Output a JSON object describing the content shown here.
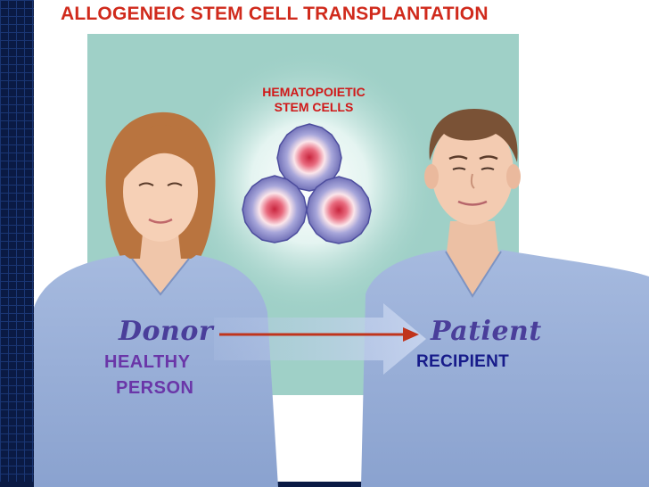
{
  "title": "ALLOGENEIC STEM CELL TRANSPLANTATION",
  "cells_label": {
    "line1": "HEMATOPOIETIC",
    "line2": "STEM CELLS"
  },
  "donor": {
    "script_label": "Donor",
    "line1": "HEALTHY",
    "line2": "PERSON"
  },
  "patient": {
    "script_label": "Patient",
    "line1": "RECIPIENT"
  },
  "colors": {
    "title": "#d02a1c",
    "background_panel": "#9fd0c7",
    "shirt": "#98aed6",
    "arrow": "#c0341c",
    "sidebar": "#0a1a44"
  }
}
